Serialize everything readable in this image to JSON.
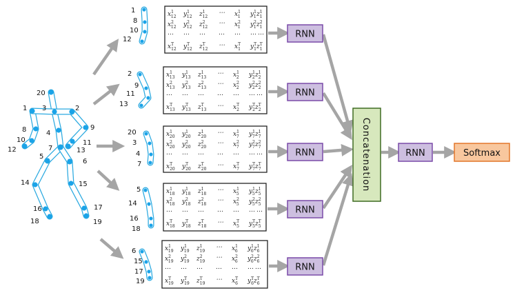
{
  "skeleton": {
    "joint_labels": [
      "20",
      "1",
      "3",
      "2",
      "8",
      "4",
      "9",
      "10",
      "7",
      "11",
      "12",
      "13",
      "5",
      "6",
      "14",
      "15",
      "16",
      "17",
      "18",
      "19"
    ]
  },
  "parts": [
    {
      "joints": [
        "1",
        "8",
        "10",
        "12"
      ],
      "rows": [
        [
          "x",
          "12",
          "1",
          "y",
          "12",
          "1",
          "z",
          "12",
          "1",
          "x",
          "1",
          "1",
          "y",
          "1",
          "1",
          "z",
          "1",
          "1"
        ],
        [
          "x",
          "12",
          "2",
          "y",
          "12",
          "2",
          "z",
          "12",
          "2",
          "x",
          "1",
          "2",
          "y",
          "1",
          "2",
          "z",
          "1",
          "2"
        ],
        [
          "x",
          "12",
          "T",
          "y",
          "12",
          "T",
          "z",
          "12",
          "T",
          "x",
          "1",
          "T",
          "y",
          "1",
          "T",
          "z",
          "1",
          "T"
        ]
      ]
    },
    {
      "joints": [
        "2",
        "9",
        "11",
        "13"
      ],
      "rows": [
        [
          "x",
          "13",
          "1",
          "y",
          "13",
          "1",
          "z",
          "13",
          "1",
          "x",
          "2",
          "1",
          "y",
          "2",
          "1",
          "z",
          "2",
          "1"
        ],
        [
          "x",
          "13",
          "2",
          "y",
          "13",
          "2",
          "z",
          "13",
          "2",
          "x",
          "2",
          "2",
          "y",
          "2",
          "2",
          "z",
          "2",
          "2"
        ],
        [
          "x",
          "13",
          "T",
          "y",
          "13",
          "T",
          "z",
          "13",
          "T",
          "x",
          "2",
          "T",
          "y",
          "2",
          "T",
          "z",
          "2",
          "T"
        ]
      ]
    },
    {
      "joints": [
        "20",
        "3",
        "4",
        "7"
      ],
      "rows": [
        [
          "x",
          "20",
          "1",
          "y",
          "20",
          "1",
          "z",
          "20",
          "1",
          "x",
          "7",
          "1",
          "y",
          "7",
          "1",
          "z",
          "7",
          "1"
        ],
        [
          "x",
          "20",
          "2",
          "y",
          "20",
          "2",
          "z",
          "20",
          "2",
          "x",
          "7",
          "2",
          "y",
          "7",
          "2",
          "z",
          "7",
          "2"
        ],
        [
          "x",
          "20",
          "T",
          "y",
          "20",
          "T",
          "z",
          "20",
          "T",
          "x",
          "7",
          "T",
          "y",
          "7",
          "T",
          "z",
          "7",
          "T"
        ]
      ]
    },
    {
      "joints": [
        "5",
        "14",
        "16",
        "18"
      ],
      "rows": [
        [
          "x",
          "18",
          "1",
          "y",
          "18",
          "1",
          "z",
          "18",
          "1",
          "x",
          "5",
          "1",
          "y",
          "5",
          "1",
          "z",
          "5",
          "1"
        ],
        [
          "x",
          "18",
          "2",
          "y",
          "18",
          "2",
          "z",
          "18",
          "2",
          "x",
          "5",
          "2",
          "y",
          "5",
          "2",
          "z",
          "5",
          "2"
        ],
        [
          "x",
          "18",
          "T",
          "y",
          "18",
          "T",
          "z",
          "18",
          "T",
          "x",
          "5",
          "T",
          "y",
          "5",
          "T",
          "z",
          "5",
          "T"
        ]
      ]
    },
    {
      "joints": [
        "6",
        "15",
        "17",
        "19"
      ],
      "rows": [
        [
          "x",
          "19",
          "1",
          "y",
          "19",
          "1",
          "z",
          "19",
          "1",
          "x",
          "6",
          "1",
          "y",
          "6",
          "1",
          "z",
          "6",
          "1"
        ],
        [
          "x",
          "19",
          "2",
          "y",
          "19",
          "2",
          "z",
          "19",
          "2",
          "x",
          "6",
          "2",
          "y",
          "6",
          "2",
          "z",
          "6",
          "2"
        ],
        [
          "x",
          "19",
          "T",
          "y",
          "19",
          "T",
          "z",
          "19",
          "T",
          "x",
          "6",
          "T",
          "y",
          "6",
          "T",
          "z",
          "6",
          "T"
        ]
      ]
    }
  ],
  "blocks": {
    "rnn_label": "RNN",
    "concat_label": "Concatenation",
    "softmax_label": "Softmax"
  },
  "matrix": {
    "dots": "…",
    "cdots": "⋯"
  },
  "colors": {
    "joint": "#1aa3e8",
    "limb": "#2aa9e0",
    "rnn_fill": "#cdbfe0",
    "rnn_stroke": "#7a4aa8",
    "concat_fill": "#d7e8bd",
    "concat_stroke": "#3e6b22",
    "softmax_fill": "#f8c79e",
    "softmax_stroke": "#e2772a",
    "arrow": "#a5a5a5"
  }
}
